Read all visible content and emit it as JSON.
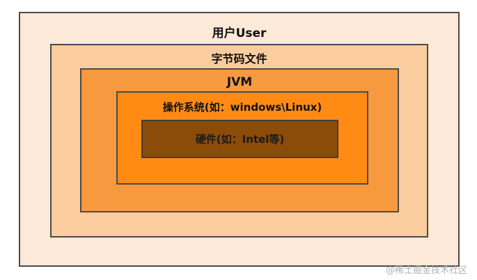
{
  "layers": {
    "user": "用户User",
    "bytecode": "字节码文件",
    "jvm": "JVM",
    "os": "操作系统(如：windows\\Linux)",
    "hardware": "硬件(如：Intel等)"
  },
  "colors": {
    "user": "#fde9d8",
    "bytecode": "#fbcc9d",
    "jvm": "#f79a3f",
    "os": "#ff8a14",
    "hardware": "#8b4c09",
    "border": "#4a4a4a"
  },
  "watermark": "@稀土掘金技术社区"
}
